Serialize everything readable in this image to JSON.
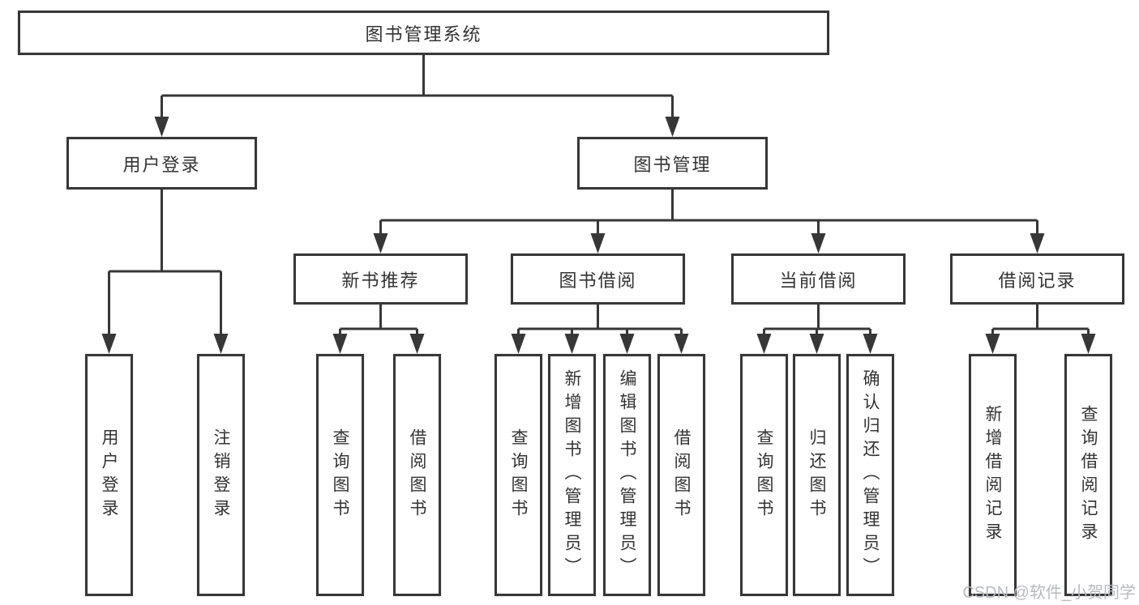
{
  "diagram": {
    "title": "图书管理系统",
    "tree": {
      "root": {
        "label": "图书管理系统"
      },
      "level2": [
        {
          "label": "用户登录",
          "children": [
            {
              "label": "用户登录"
            },
            {
              "label": "注销登录"
            }
          ]
        },
        {
          "label": "图书管理",
          "children": [
            {
              "label": "新书推荐",
              "children": [
                {
                  "label": "查询图书"
                },
                {
                  "label": "借阅图书"
                }
              ]
            },
            {
              "label": "图书借阅",
              "children": [
                {
                  "label": "查询图书"
                },
                {
                  "label": "新增图书（管理员）"
                },
                {
                  "label": "编辑图书（管理员）"
                },
                {
                  "label": "借阅图书"
                }
              ]
            },
            {
              "label": "当前借阅",
              "children": [
                {
                  "label": "查询图书"
                },
                {
                  "label": "归还图书"
                },
                {
                  "label": "确认归还（管理员）"
                }
              ]
            },
            {
              "label": "借阅记录",
              "children": [
                {
                  "label": "新增借阅记录"
                },
                {
                  "label": "查询借阅记录"
                }
              ]
            }
          ]
        }
      ]
    }
  },
  "watermark": {
    "text": "CSDN @软件_小贺同学"
  },
  "colors": {
    "line": "#373737",
    "box_border": "#373737",
    "box_text": "#333333",
    "background": "#ffffff",
    "watermark_text": "#b7bac2"
  }
}
